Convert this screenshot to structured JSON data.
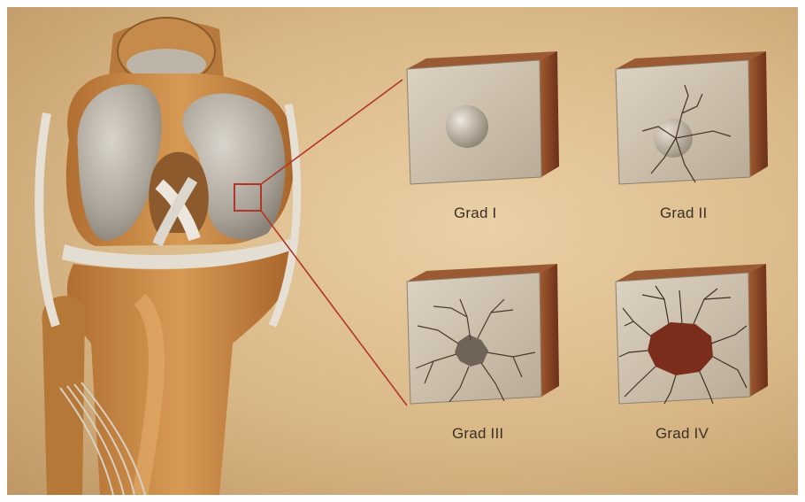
{
  "labels": {
    "grade1": "Grad I",
    "grade2": "Grad II",
    "grade3": "Grad III",
    "grade4": "Grad IV"
  },
  "colors": {
    "paper": "#d9b887",
    "bone": "#c98a45",
    "cartilage": "#b9b3a8",
    "cube_face": "#cfc3b0",
    "cube_side": "#7a3d20",
    "crack": "#4a3a2c",
    "lesion": "#7a2d1a",
    "callout_line": "#b2352a"
  }
}
